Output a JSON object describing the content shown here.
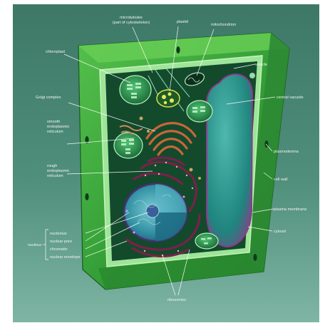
{
  "labels": {
    "microtubules_line1": "microtubules",
    "microtubules_line2": "(part of cytoskeleton)",
    "plastid": "plastid",
    "mitochondrion": "mitochondrion",
    "chloroplast": "chloroplast",
    "vesicle": "vesicle",
    "golgi": "Golgi complex",
    "central_vacuole": "central vacuole",
    "smooth_er_line1": "smooth",
    "smooth_er_line2": "endoplasmic",
    "smooth_er_line3": "reticulum",
    "plasmodesma": "plasmodesma",
    "rough_er_line1": "rough",
    "rough_er_line2": "endoplasmic",
    "rough_er_line3": "reticulum",
    "cell_wall": "cell wall",
    "plasma_membrane": "plasma membrane",
    "cytosol": "cytosol",
    "nucleus": "nucleus",
    "nucleolus": "nucleolus",
    "nuclear_pore": "nuclear pore",
    "chromatin": "chromatin",
    "nuclear_envelope": "nuclear envelope",
    "ribosomes": "ribosomes"
  },
  "colors": {
    "background_top": "#3f7b68",
    "background_bottom": "#6aa794",
    "cell_wall": "#3fae3c",
    "cell_wall_dark": "#1f6d24",
    "cytoplasm": "#12452a",
    "vacuole": "#1f8f86",
    "vacuole_edge": "#8c3b8a",
    "golgi": "#c0623a",
    "rough_er": "#7e1f4a",
    "nucleus": "#2f8fa0",
    "chloroplast": "#2ea05a",
    "plastid": "#c8d43a"
  }
}
